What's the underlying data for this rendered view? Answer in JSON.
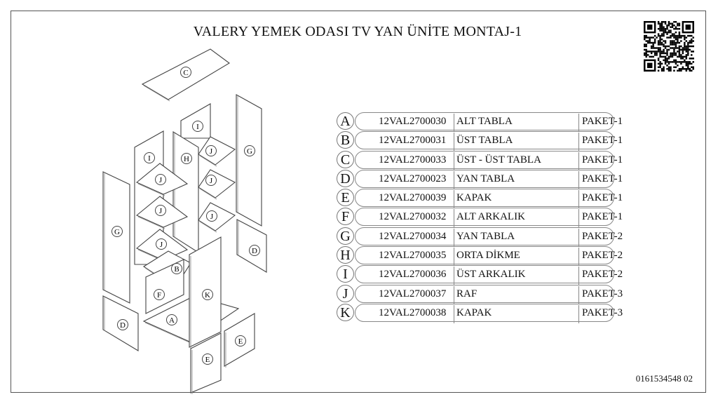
{
  "title": "VALERY YEMEK ODASI TV YAN ÜNİTE MONTAJ-1",
  "footer_code": "0161534548 02",
  "parts": [
    {
      "letter": "A",
      "code": "12VAL2700030",
      "name": "ALT TABLA",
      "package": "PAKET-1"
    },
    {
      "letter": "B",
      "code": "12VAL2700031",
      "name": "ÜST TABLA",
      "package": "PAKET-1"
    },
    {
      "letter": "C",
      "code": "12VAL2700033",
      "name": "ÜST - ÜST TABLA",
      "package": "PAKET-1"
    },
    {
      "letter": "D",
      "code": "12VAL2700023",
      "name": "YAN TABLA",
      "package": "PAKET-1"
    },
    {
      "letter": "E",
      "code": "12VAL2700039",
      "name": "KAPAK",
      "package": "PAKET-1"
    },
    {
      "letter": "F",
      "code": "12VAL2700032",
      "name": "ALT ARKALIK",
      "package": "PAKET-1"
    },
    {
      "letter": "G",
      "code": "12VAL2700034",
      "name": "YAN TABLA",
      "package": "PAKET-2"
    },
    {
      "letter": "H",
      "code": "12VAL2700035",
      "name": "ORTA DİKME",
      "package": "PAKET-2"
    },
    {
      "letter": "I",
      "code": "12VAL2700036",
      "name": "ÜST ARKALIK",
      "package": "PAKET-2"
    },
    {
      "letter": "J",
      "code": "12VAL2700037",
      "name": "RAF",
      "package": "PAKET-3"
    },
    {
      "letter": "K",
      "code": "12VAL2700038",
      "name": "KAPAK",
      "package": "PAKET-3"
    }
  ],
  "drawing_labels": [
    "C",
    "I",
    "I",
    "H",
    "G",
    "G",
    "J",
    "J",
    "J",
    "J",
    "J",
    "J",
    "B",
    "F",
    "K",
    "A",
    "D",
    "D",
    "E",
    "E"
  ],
  "colors": {
    "line": "#444444",
    "panel": "#ffffff",
    "border": "#555555"
  }
}
